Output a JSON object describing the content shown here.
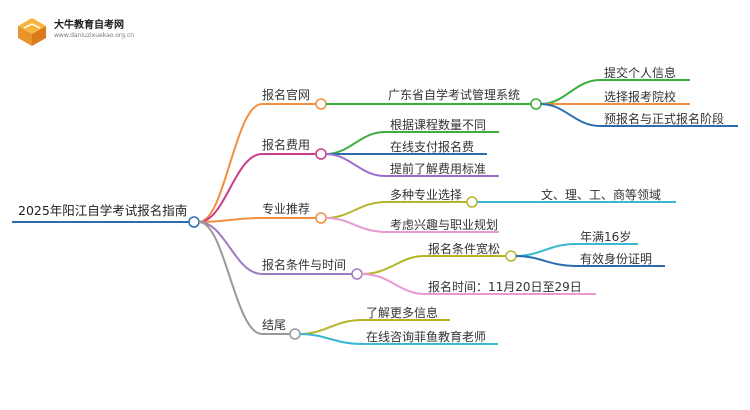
{
  "logo": {
    "title": "大牛教育自考网",
    "url": "www.daniuzixuekao.org.cn"
  },
  "colors": {
    "root_line": "#2a6db0",
    "branch_official": "#f0903e",
    "branch_fee": "#cc3c8a",
    "branch_major": "#f0903e",
    "branch_cond": "#a07bc4",
    "branch_end": "#999999",
    "green": "#3bae3b",
    "orange": "#f0903e",
    "blue": "#2a6db0",
    "purple": "#9b6bc8",
    "cyan": "#39b8d0",
    "olive": "#b5b52a",
    "pink": "#e79ad2"
  },
  "mindmap": {
    "root": "2025年阳江自学考试报名指南",
    "branches": [
      {
        "label": "报名官网",
        "children": [
          {
            "label": "广东省自学考试管理系统",
            "children": [
              "提交个人信息",
              "选择报考院校",
              "预报名与正式报名阶段"
            ]
          }
        ]
      },
      {
        "label": "报名费用",
        "children": [
          {
            "label": "根据课程数量不同"
          },
          {
            "label": "在线支付报名费"
          },
          {
            "label": "提前了解费用标准"
          }
        ]
      },
      {
        "label": "专业推荐",
        "children": [
          {
            "label": "多种专业选择",
            "children": [
              "文、理、工、商等领域"
            ]
          },
          {
            "label": "考虑兴趣与职业规划"
          }
        ]
      },
      {
        "label": "报名条件与时间",
        "children": [
          {
            "label": "报名条件宽松",
            "children": [
              "年满16岁",
              "有效身份证明"
            ]
          },
          {
            "label": "报名时间：11月20日至29日"
          }
        ]
      },
      {
        "label": "结尾",
        "children": [
          {
            "label": "了解更多信息"
          },
          {
            "label": "在线咨询菲鱼教育老师"
          }
        ]
      }
    ]
  }
}
